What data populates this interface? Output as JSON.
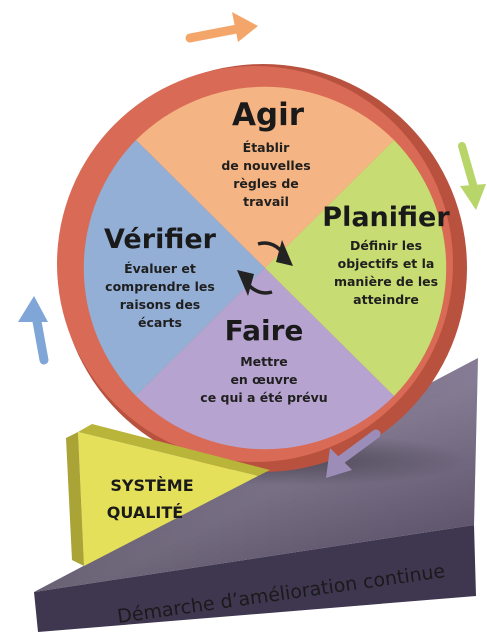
{
  "quadrants": {
    "agir": {
      "title": "Agir",
      "lines": [
        "Établir",
        "de nouvelles",
        "règles de",
        "travail"
      ],
      "color": "#F5B483"
    },
    "planifier": {
      "title": "Planifier",
      "lines": [
        "Définir les",
        "objectifs et la",
        "manière de les",
        "atteindre"
      ],
      "color": "#C7DC72"
    },
    "faire": {
      "title": "Faire",
      "lines": [
        "Mettre",
        "en œuvre",
        "ce qui a été prévu"
      ],
      "color": "#B7A3CF"
    },
    "verifier": {
      "title": "Vérifier",
      "lines": [
        "Évaluer et",
        "comprendre les",
        "raisons des",
        "écarts"
      ],
      "color": "#93AFD6"
    }
  },
  "wedge": {
    "lines": [
      "SYSTÈME",
      "QUALITÉ"
    ],
    "color": "#E4E05A"
  },
  "ramp": {
    "label": "Démarche d’amélioration continue",
    "color": "#5F546F"
  },
  "wheel_rim_color": "#D96A55",
  "arrows": {
    "top_color": "#F4A66A",
    "right_color": "#B8D56A",
    "left_color": "#7FA6D6",
    "bottom_color": "#9C8DB8"
  }
}
